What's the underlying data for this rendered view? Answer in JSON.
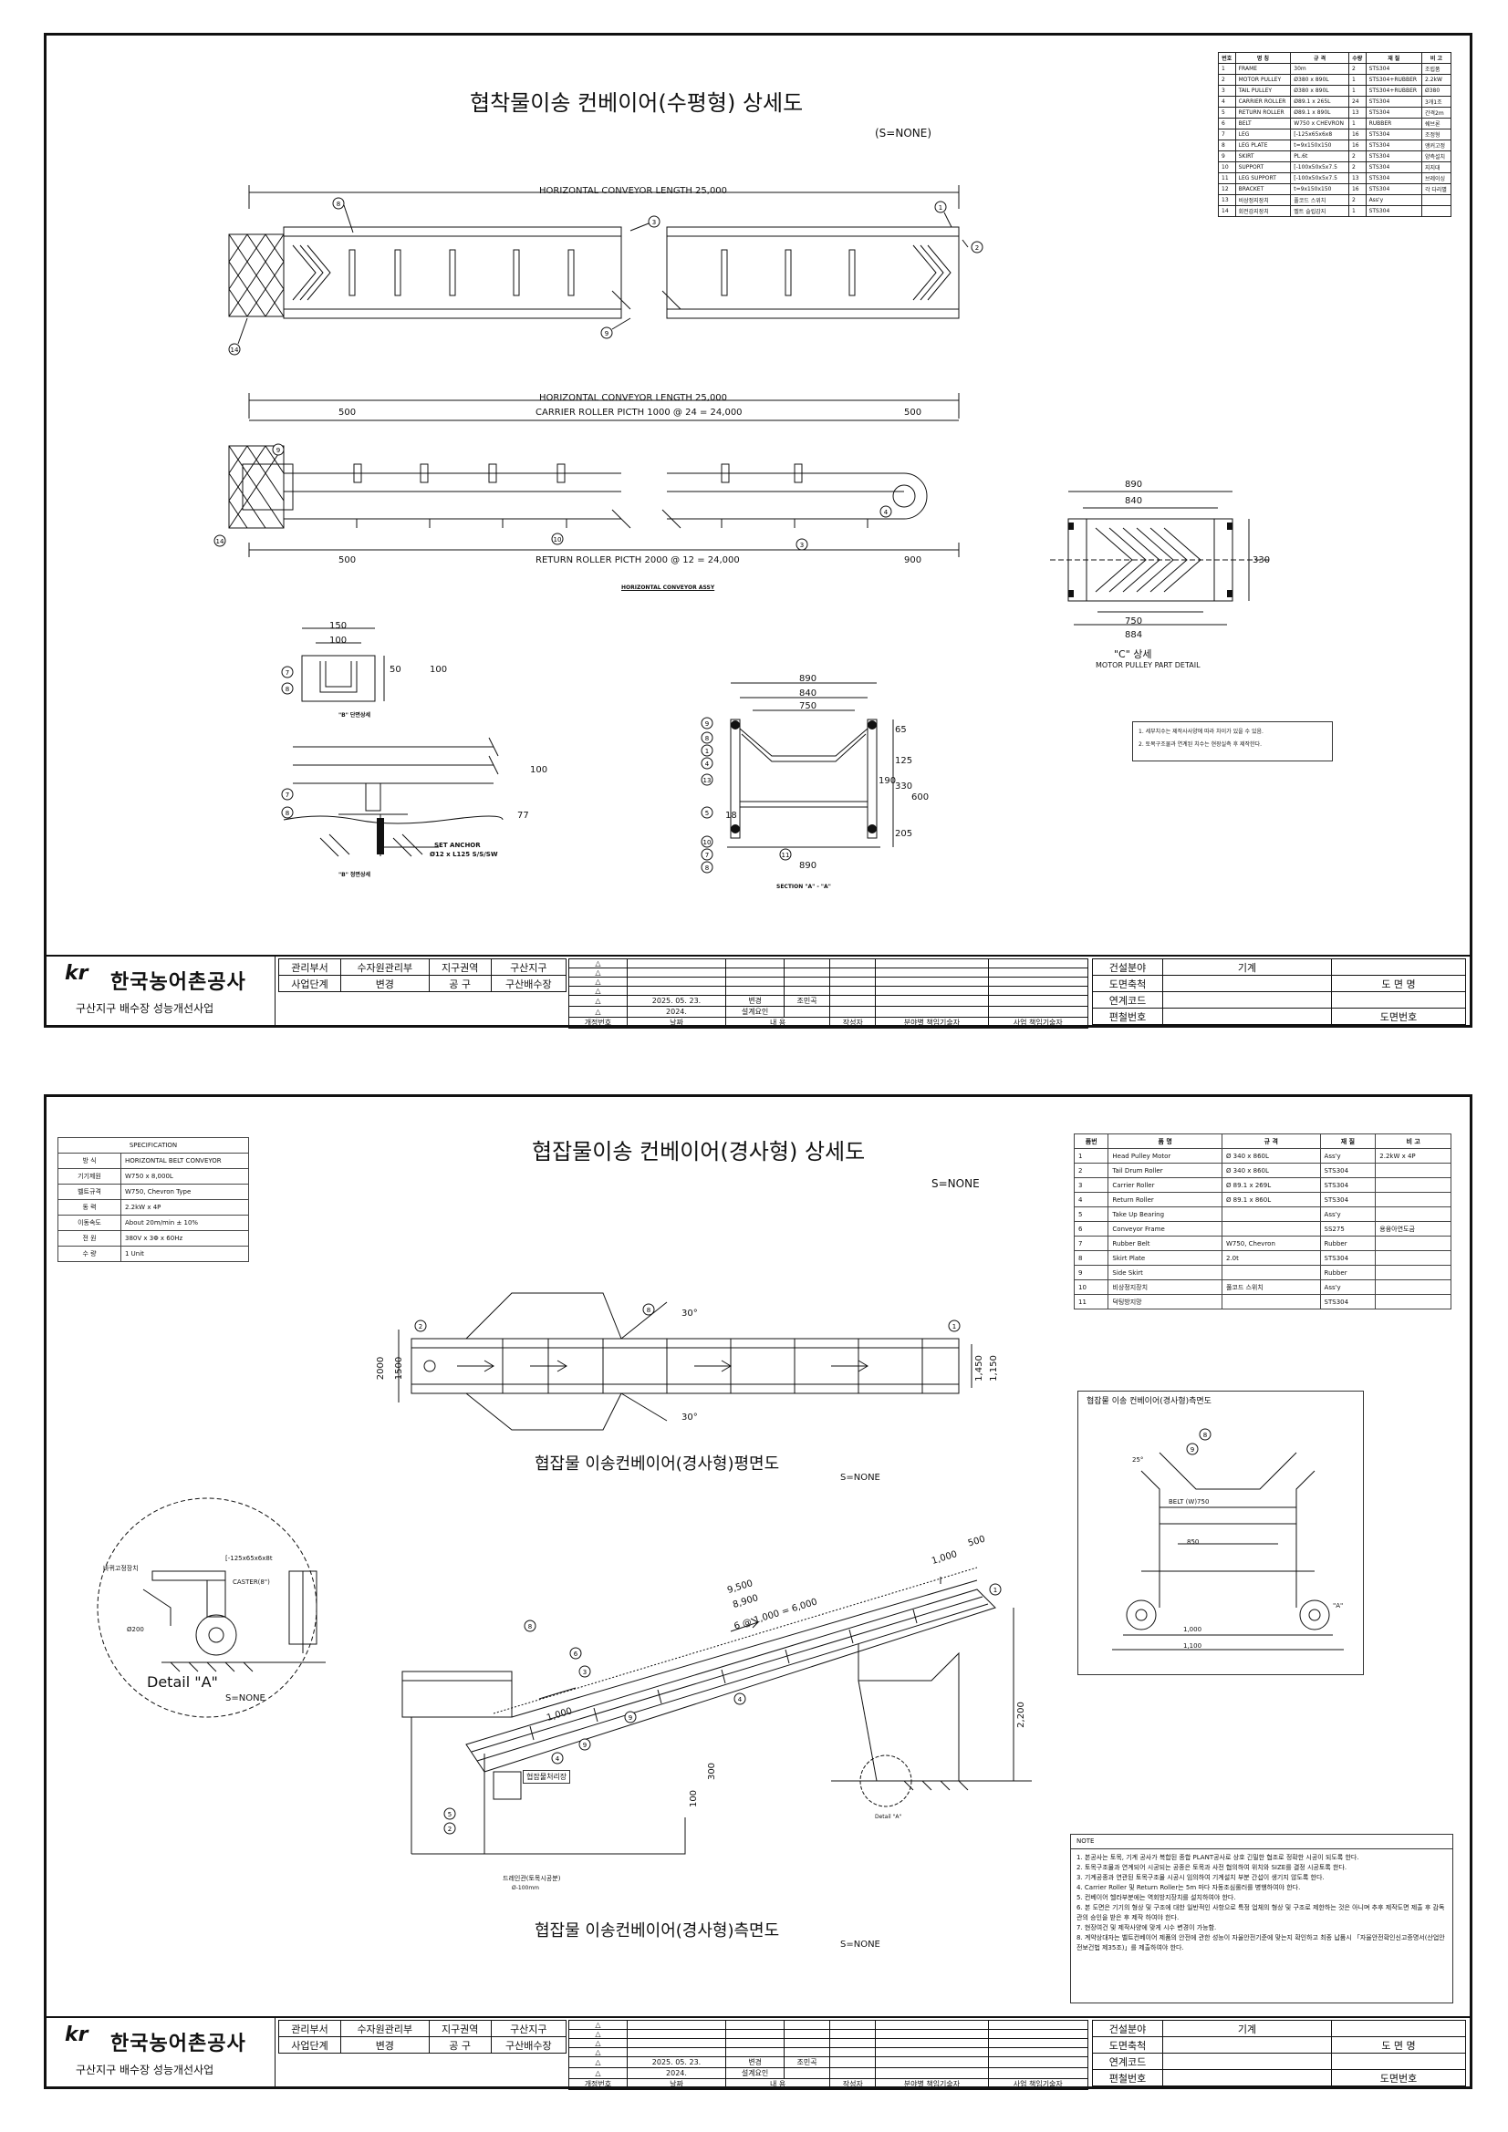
{
  "sheet1": {
    "title": "협착물이송 컨베이어(수평형) 상세도",
    "scale": "(S=NONE)",
    "dims": {
      "hconv_len_top": "HORIZONTAL CONVEYOR LENGTH 25,000",
      "hconv_len_mid": "HORIZONTAL CONVEYOR LENGTH 25,000",
      "carrier_pitch": "CARRIER ROLLER PICTH 1000 @ 24 = 24,000",
      "return_pitch": "RETURN ROLLER PICTH 2000 @ 12 = 24,000",
      "d500a": "500",
      "d500b": "500",
      "d500c": "500",
      "d900": "900",
      "d890": "890",
      "d840": "840",
      "d330": "330",
      "d750": "750",
      "d884": "884",
      "d150": "150",
      "d100": "100",
      "d50": "50",
      "d100b": "100",
      "s890a": "890",
      "s840": "840",
      "s750": "750",
      "s890b": "890",
      "s65": "65",
      "s125": "125",
      "s190": "190",
      "s330": "330",
      "s600": "600",
      "s205": "205",
      "s18": "18"
    },
    "captions": {
      "assy": "HORIZONTAL CONVEYOR ASSY",
      "c_detail": "\"C\" 상세",
      "c_detail_sub": "MOTOR PULLEY PART DETAIL",
      "b_section": "\"B\" 단면상세",
      "a_detail": "\"B\" 정면상세",
      "set_anchor": "SET ANCHOR",
      "anchor_spec": "Ø12 x L125 S/S/SW",
      "section_aa": "SECTION \"A\" - \"A\""
    },
    "notes": [
      "1. 세부치수는 제작사사양에 따라 차이가 있을 수 있음.",
      "2. 토목구조물과 연계된 치수는 현장실측 후 제작한다."
    ],
    "parts_header": [
      "번호",
      "명 칭",
      "규 격",
      "수량",
      "재 질",
      "비 고"
    ],
    "parts": [
      [
        "1",
        "FRAME",
        "30m",
        "2",
        "STS304",
        "조립품"
      ],
      [
        "2",
        "MOTOR PULLEY",
        "Ø380 x 890L",
        "1",
        "STS304+RUBBER",
        "2.2kW"
      ],
      [
        "3",
        "TAIL PULLEY",
        "Ø380 x 890L",
        "1",
        "STS304+RUBBER",
        "Ø380"
      ],
      [
        "4",
        "CARRIER ROLLER",
        "Ø89.1 x 265L",
        "24",
        "STS304",
        "3개1조"
      ],
      [
        "5",
        "RETURN ROLLER",
        "Ø89.1 x 890L",
        "13",
        "STS304",
        "간격2m"
      ],
      [
        "6",
        "BELT",
        "W750 x CHEVRON",
        "1",
        "RUBBER",
        "쉐브론"
      ],
      [
        "7",
        "LEG",
        "[-125x65x6x8",
        "16",
        "STS304",
        "조정형"
      ],
      [
        "8",
        "LEG PLATE",
        "t=9x150x150",
        "16",
        "STS304",
        "앵커고정"
      ],
      [
        "9",
        "SKIRT",
        "PL.6t",
        "2",
        "STS304",
        "양측설치"
      ],
      [
        "10",
        "SUPPORT",
        "[-100x50x5x7.5",
        "2",
        "STS304",
        "지지대"
      ],
      [
        "11",
        "LEG SUPPORT",
        "[-100x50x5x7.5",
        "13",
        "STS304",
        "브레이싱"
      ],
      [
        "12",
        "BRACKET",
        "t=9x150x150",
        "16",
        "STS304",
        "각 다리별"
      ],
      [
        "13",
        "비상정지장치",
        "풀코드 스위치",
        "2",
        "Ass'y",
        ""
      ],
      [
        "14",
        "회전감지장치",
        "벨트 슬립감지",
        "1",
        "STS304",
        ""
      ]
    ]
  },
  "sheet2": {
    "title": "협잡물이송 컨베이어(경사형) 상세도",
    "scale": "S=NONE",
    "plan_caption": "협잡물 이송컨베이어(경사형)평면도",
    "plan_scale": "S=NONE",
    "side_caption": "협잡물 이송컨베이어(경사형)측면도",
    "side_scale": "S=NONE",
    "detail_a": "Detail \"A\"",
    "detail_a_scale": "S=NONE",
    "detail_labels": [
      "바퀴고정장치",
      "[-125x65x6x8t",
      "CASTER(8\")",
      "Ø200"
    ],
    "section_title": "협잡물 이송 컨베이어(경사형)측면도",
    "section_dims": {
      "belt": "BELT (W)750",
      "d850": "850",
      "d1000": "1,000",
      "d1100": "1,100",
      "angle": "25°",
      "a_tag": "\"A\""
    },
    "plan_dims": {
      "d2000": "2000",
      "d1500": "1500",
      "d1450": "1,450",
      "d1150": "1,150",
      "ang30a": "30°",
      "ang30b": "30°"
    },
    "side_dims": {
      "d9500": "9,500",
      "d8900": "8,900",
      "d6x1000": "6 @ 1,000 = 6,000",
      "d1000": "1,000",
      "d1000b": "1,000",
      "d2200": "2,200",
      "d500": "500",
      "d300": "300",
      "d100": "100",
      "hopper": "협잡물처리장",
      "drain": "드레인관(토목시공분)",
      "drain_dim": "Ø-100mm",
      "detail_tag": "Detail \"A\""
    },
    "spec_title": "SPECIFICATION",
    "spec": [
      [
        "방 식",
        "HORIZONTAL BELT CONVEYOR"
      ],
      [
        "기기제원",
        "W750 x 8,000L"
      ],
      [
        "벨트규격",
        "W750, Chevron Type"
      ],
      [
        "동 력",
        "2.2kW x 4P"
      ],
      [
        "이동속도",
        "About 20m/min ± 10%"
      ],
      [
        "전 원",
        "380V x 3Φ x 60Hz"
      ],
      [
        "수 량",
        "1 Unit"
      ]
    ],
    "parts_header": [
      "품번",
      "품 명",
      "규 격",
      "재 질",
      "비 고"
    ],
    "parts": [
      [
        "1",
        "Head Pulley Motor",
        "Ø 340 x 860L",
        "Ass'y",
        "2.2kW x 4P"
      ],
      [
        "2",
        "Tail Drum Roller",
        "Ø 340 x 860L",
        "STS304",
        ""
      ],
      [
        "3",
        "Carrier Roller",
        "Ø 89.1 x 269L",
        "STS304",
        ""
      ],
      [
        "4",
        "Return Roller",
        "Ø 89.1 x 860L",
        "STS304",
        ""
      ],
      [
        "5",
        "Take Up Bearing",
        "",
        "Ass'y",
        ""
      ],
      [
        "6",
        "Conveyor Frame",
        "",
        "SS275",
        "용융아연도금"
      ],
      [
        "7",
        "Rubber Belt",
        "W750, Chevron",
        "Rubber",
        ""
      ],
      [
        "8",
        "Skirt Plate",
        "2.0t",
        "STS304",
        ""
      ],
      [
        "9",
        "Side Skirt",
        "",
        "Rubber",
        ""
      ],
      [
        "10",
        "비상정지장치",
        "풀코드 스위치",
        "Ass'y",
        ""
      ],
      [
        "11",
        "덕팅방지망",
        "",
        "STS304",
        ""
      ]
    ],
    "note_title": "NOTE",
    "notes": [
      "1. 본공사는 토목, 기계 공사가 복합된 종합 PLANT공사로 상호 긴밀한 협조로 정확한 시공이 되도록 한다.",
      "2. 토목구조물과 연계되어 시공되는 공종은 토목과 사전 협의하여 위치와 SIZE를 결정 시공토록 한다.",
      "3. 기계공종과 연관된 토목구조물 시공시 임의하여 기계설치 부분 간섭이 생기지 않도록 한다.",
      "4. Carrier Roller 및 Return Roller는 5m 마다 자동조심롤러를 병행하여야 한다.",
      "5. 컨베이어 헬라부분에는 역회방지장치를 설치하여야 한다.",
      "6. 본 도면은 기기의 형상 및 구조에 대한 일반적인 사항으로 특정 업체의 형상 및 구조로 제한하는 것은 아니며 추후 제작도면 제출 후 감독관의 승인을 받은 후 제작 하여야 한다.",
      "7. 현장여건 및 제작사양에 맞게 시수 변경이 가능함.",
      "8. 계약상대자는 벨트컨베이어 제품의 안전에 관한 성능이 자율안전기준에 맞는지 확인하고 최종 납품시 「자율안전확인신고증명서(산업안전보건법 제35조)」를 제출하여야 한다."
    ]
  },
  "titleblock": {
    "logo_mark": "kr",
    "logo_name": "한국농어촌공사",
    "project": "구산지구 배수장 성능개선사업",
    "row1": [
      "관리부서",
      "수자원관리부",
      "지구권역",
      "구산지구"
    ],
    "row2": [
      "사업단계",
      "변경",
      "공 구",
      "구산배수장"
    ],
    "rev_rows": [
      [
        "2025. 05. 23.",
        "변경",
        "조민곡"
      ],
      [
        "2024.",
        "설계요인",
        ""
      ]
    ],
    "rev_header": [
      "개정번호",
      "날짜",
      "내 용",
      "작성자",
      "분야별 책임기술자",
      "사업 책임기술자"
    ],
    "right_labels": [
      "건설분야",
      "도면축척",
      "연계코드",
      "편철번호"
    ],
    "right_value": "기계",
    "drawing_name": "도 면 명",
    "drawing_no": "도면번호"
  }
}
